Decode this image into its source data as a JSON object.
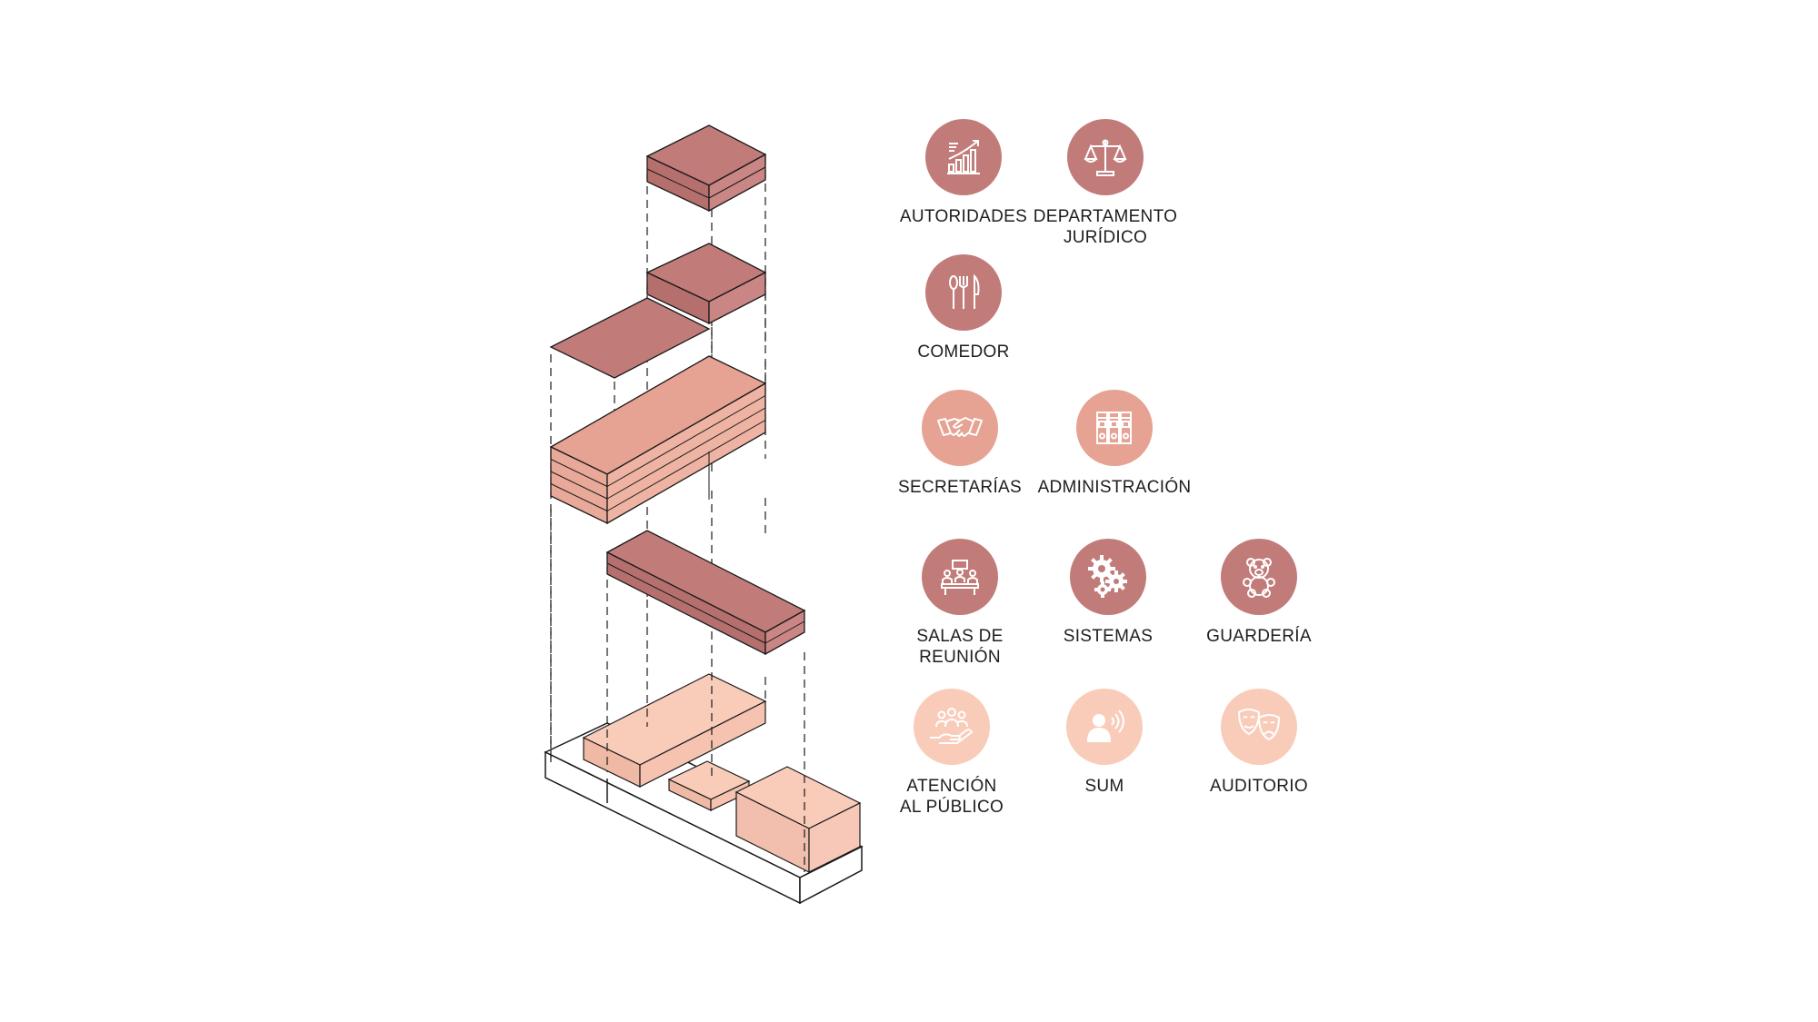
{
  "colors": {
    "dark_rose": "#c17c7a",
    "mid_salmon": "#e6a292",
    "light_peach": "#f9ccba",
    "outline": "#1a1a1a"
  },
  "legend": [
    {
      "id": "autoridades",
      "label_lines": [
        "AUTORIDADES"
      ],
      "icon": "bar-chart-growth-icon",
      "tone": "dark_rose"
    },
    {
      "id": "juridico",
      "label_lines": [
        "DEPARTAMENTO",
        "JURÍDICO"
      ],
      "icon": "scales-of-justice-icon",
      "tone": "dark_rose"
    },
    {
      "id": "comedor",
      "label_lines": [
        "COMEDOR"
      ],
      "icon": "cutlery-icon",
      "tone": "dark_rose"
    },
    {
      "id": "secretarias",
      "label_lines": [
        "SECRETARÍAS"
      ],
      "icon": "handshake-icon",
      "tone": "mid_salmon"
    },
    {
      "id": "administracion",
      "label_lines": [
        "ADMINISTRACIÓN"
      ],
      "icon": "binders-icon",
      "tone": "mid_salmon"
    },
    {
      "id": "salas",
      "label_lines": [
        "SALAS DE",
        "REUNIÓN"
      ],
      "icon": "meeting-table-icon",
      "tone": "dark_rose"
    },
    {
      "id": "sistemas",
      "label_lines": [
        "SISTEMAS"
      ],
      "icon": "gears-icon",
      "tone": "dark_rose"
    },
    {
      "id": "guarderia",
      "label_lines": [
        "GUARDERÍA"
      ],
      "icon": "teddy-bear-icon",
      "tone": "dark_rose"
    },
    {
      "id": "atencion",
      "label_lines": [
        "ATENCIÓN",
        "AL PÚBLICO"
      ],
      "icon": "people-in-hand-icon",
      "tone": "light_peach"
    },
    {
      "id": "sum",
      "label_lines": [
        "SUM"
      ],
      "icon": "speaker-person-icon",
      "tone": "light_peach"
    },
    {
      "id": "auditorio",
      "label_lines": [
        "AUDITORIO"
      ],
      "icon": "theater-masks-icon",
      "tone": "light_peach"
    }
  ]
}
